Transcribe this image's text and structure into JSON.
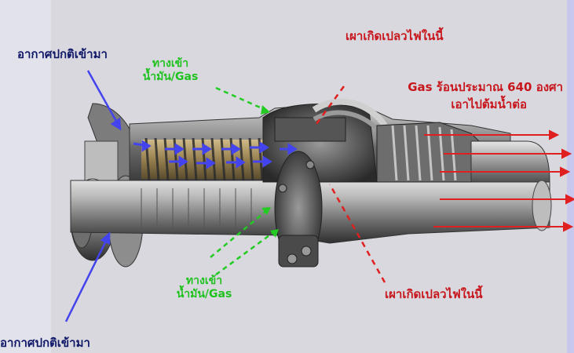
{
  "labels": {
    "air_in_top": "อากาศปกติเข้ามา",
    "air_in_bottom": "อากาศปกติเข้ามา",
    "fuel_in_top_line1": "ทางเข้า",
    "fuel_in_top_line2": "น้ำมัน/Gas",
    "fuel_in_bottom_line1": "ทางเข้า",
    "fuel_in_bottom_line2": "น้ำมัน/Gas",
    "combustion_top": "เผาเกิดเปลวไฟในนี้",
    "combustion_bottom": "เผาเกิดเปลวไฟในนี้",
    "exhaust_line1": "Gas ร้อนประมาณ 640 องศา",
    "exhaust_line2": "เอาไปต้มน้ำต่อ"
  },
  "colors": {
    "air_arrow": "#4444ee",
    "fuel_arrow": "#22cc22",
    "flame_arrow": "#e02020",
    "exhaust_arrow": "#e02020",
    "background_left": "#e2e2ea",
    "background_main": "#d8d8de",
    "right_border": "#c8c8ee"
  }
}
